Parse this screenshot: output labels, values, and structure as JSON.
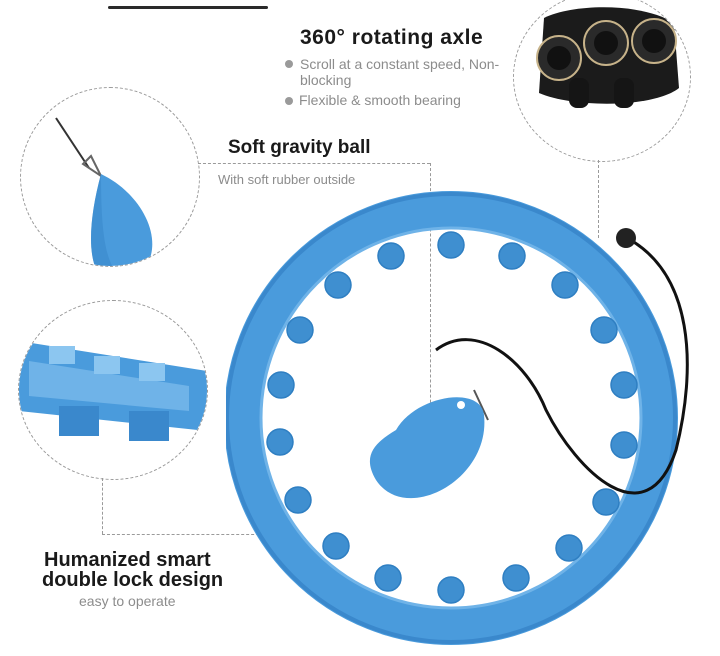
{
  "axle": {
    "title": "360° rotating axle",
    "bullets": [
      {
        "text": "Scroll at a constant speed, Non-blocking"
      },
      {
        "text": "Flexible & smooth bearing"
      }
    ]
  },
  "ball": {
    "title": "Soft gravity ball",
    "subtitle": "With soft rubber outside"
  },
  "lock": {
    "title_line1": "Humanized smart",
    "title_line2": "double lock design",
    "subtitle": "easy to operate"
  },
  "colors": {
    "hoop_blue": "#4a9bdc",
    "hoop_dark": "#2f7fc2",
    "bearing_black": "#1b1b1b",
    "dashed_line": "#9a9a9a"
  }
}
